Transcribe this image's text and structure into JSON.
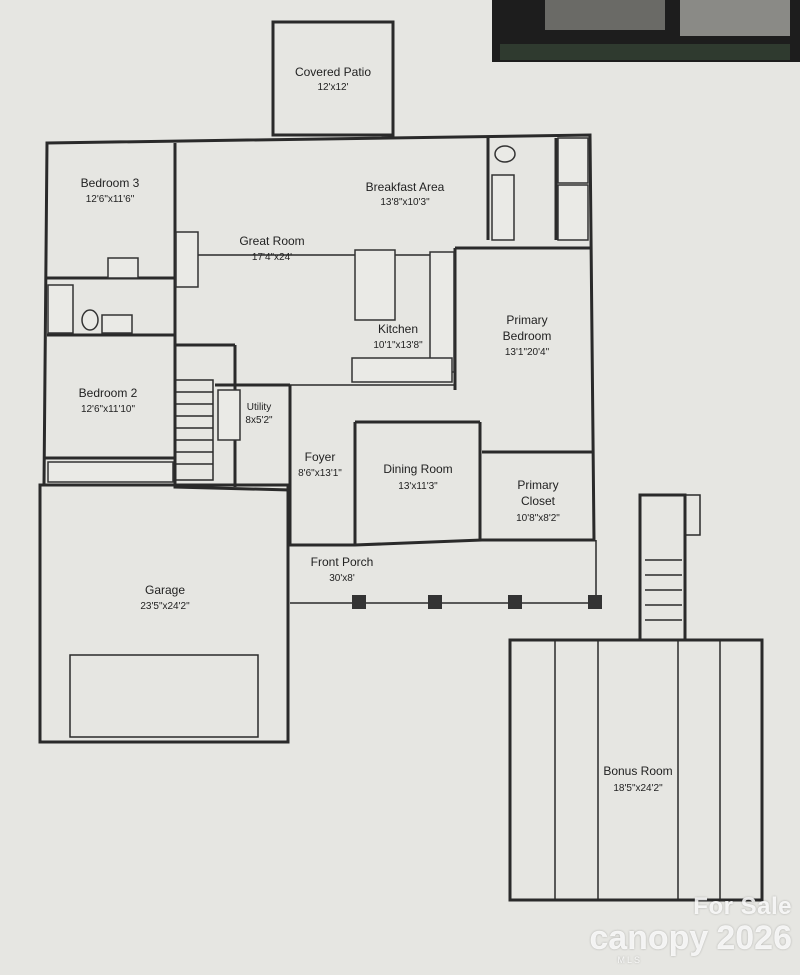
{
  "rooms": {
    "covered_patio": {
      "name": "Covered Patio",
      "dims": "12'x12'"
    },
    "bedroom3": {
      "name": "Bedroom 3",
      "dims": "12'6\"x11'6\""
    },
    "breakfast": {
      "name": "Breakfast Area",
      "dims": "13'8\"x10'3\""
    },
    "great_room": {
      "name": "Great Room",
      "dims": "17'4\"x24'"
    },
    "primary_bedroom": {
      "name1": "Primary",
      "name2": "Bedroom",
      "dims": "13'1\"20'4\""
    },
    "kitchen": {
      "name": "Kitchen",
      "dims": "10'1\"x13'8\""
    },
    "bedroom2": {
      "name": "Bedroom 2",
      "dims": "12'6\"x11'10\""
    },
    "utility": {
      "name": "Utility",
      "dims": "8x5'2\""
    },
    "foyer": {
      "name": "Foyer",
      "dims": "8'6\"x13'1\""
    },
    "dining": {
      "name": "Dining Room",
      "dims": "13'x11'3\""
    },
    "primary_closet": {
      "name1": "Primary",
      "name2": "Closet",
      "dims": "10'8\"x8'2\""
    },
    "front_porch": {
      "name": "Front Porch",
      "dims": "30'x8'"
    },
    "garage": {
      "name": "Garage",
      "dims": "23'5\"x24'2\""
    },
    "bonus": {
      "name": "Bonus Room",
      "dims": "18'5\"x24'2\""
    }
  },
  "watermark": {
    "for_sale": "For Sale",
    "brand": "canopy",
    "year": "2026",
    "mls": "MLS"
  }
}
